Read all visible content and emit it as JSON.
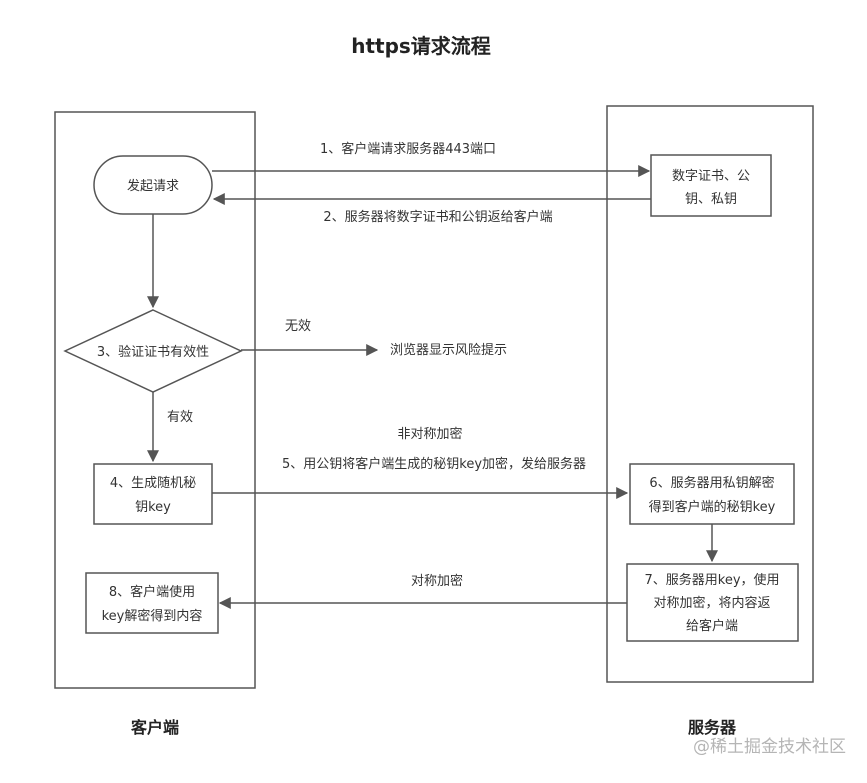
{
  "title": "https请求流程",
  "lanes": {
    "client": "客户端",
    "server": "服务器"
  },
  "nodes": {
    "start": "发起请求",
    "server_keys": [
      "数字证书、公",
      "钥、私钥"
    ],
    "verify": "3、验证证书有效性",
    "browser_warning": "浏览器显示风险提示",
    "gen_key": [
      "4、生成随机秘",
      "钥key"
    ],
    "decrypt": [
      "6、服务器用私钥解密",
      "得到客户端的秘钥key"
    ],
    "server_encrypt": [
      "7、服务器用key，使用",
      "对称加密，将内容返",
      "给客户端"
    ],
    "client_decrypt": [
      "8、客户端使用",
      "key解密得到内容"
    ]
  },
  "edges": {
    "request_443": "1、客户端请求服务器443端口",
    "return_cert": "2、服务器将数字证书和公钥返给客户端",
    "invalid": "无效",
    "valid": "有效",
    "asymmetric": "非对称加密",
    "send_key": "5、用公钥将客户端生成的秘钥key加密，发给服务器",
    "symmetric": "对称加密"
  },
  "watermark": "@稀土掘金技术社区",
  "colors": {
    "stroke": "#555555",
    "text": "#333333",
    "watermark": "#b5b5b5"
  }
}
